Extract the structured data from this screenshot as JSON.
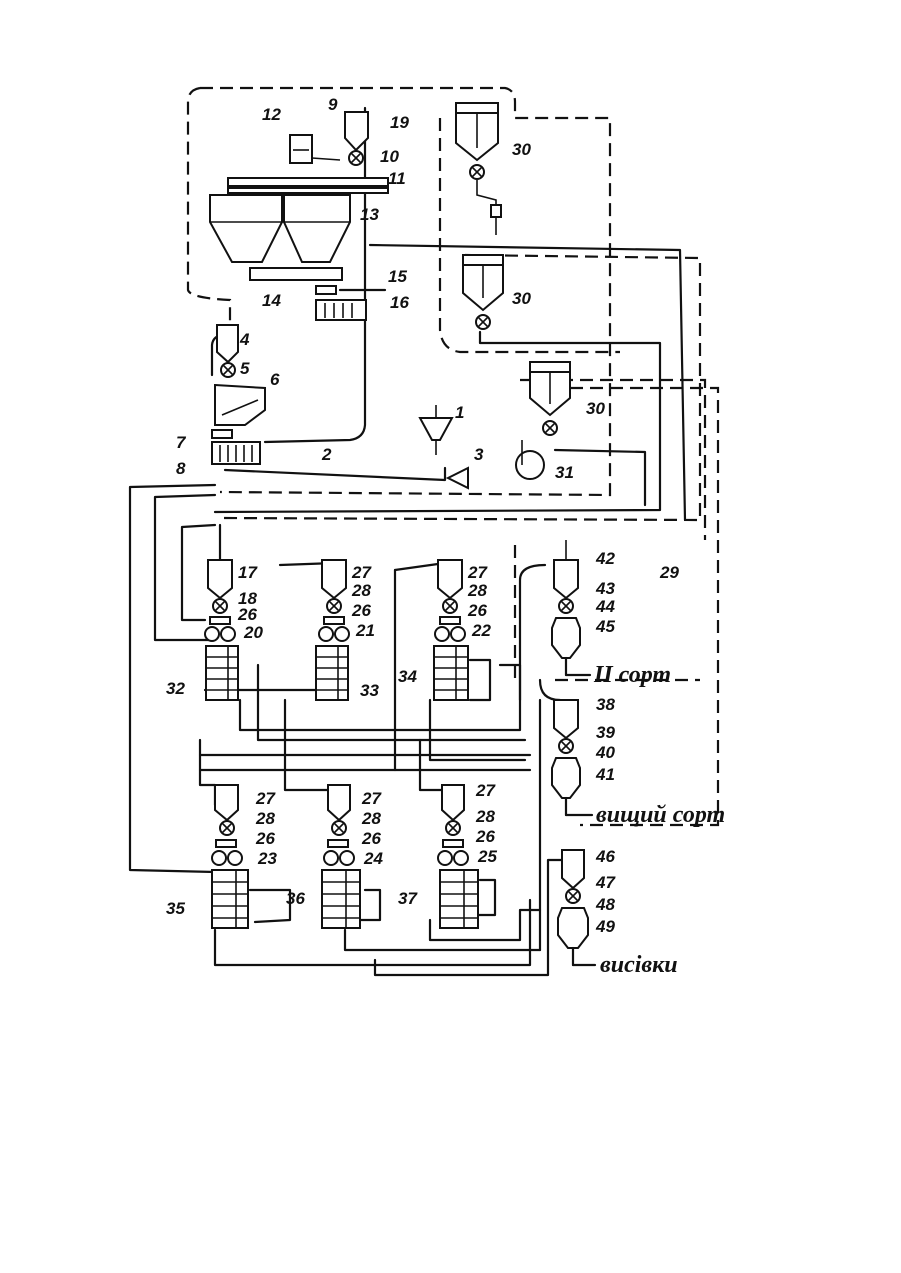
{
  "labels": {
    "n1": "1",
    "n2": "2",
    "n3": "3",
    "n4": "4",
    "n5": "5",
    "n6": "6",
    "n7": "7",
    "n8": "8",
    "n9": "9",
    "n10": "10",
    "n11": "11",
    "n12": "12",
    "n13": "13",
    "n14": "14",
    "n15": "15",
    "n16": "16",
    "n17": "17",
    "n18": "18",
    "n19": "19",
    "n20": "20",
    "n21": "21",
    "n22": "22",
    "n23": "23",
    "n24": "24",
    "n25": "25",
    "n26": "26",
    "n27": "27",
    "n28": "28",
    "n29": "29",
    "n30": "30",
    "n31": "31",
    "n32": "32",
    "n33": "33",
    "n34": "34",
    "n35": "35",
    "n36": "36",
    "n37": "37",
    "n38": "38",
    "n39": "39",
    "n40": "40",
    "n41": "41",
    "n42": "42",
    "n43": "43",
    "n44": "44",
    "n45": "45",
    "n46": "46",
    "n47": "47",
    "n48": "48",
    "n49": "49"
  },
  "outputs": {
    "grade2": "ІІ сорт",
    "premium": "вищий сорт",
    "bran": "висівки"
  }
}
